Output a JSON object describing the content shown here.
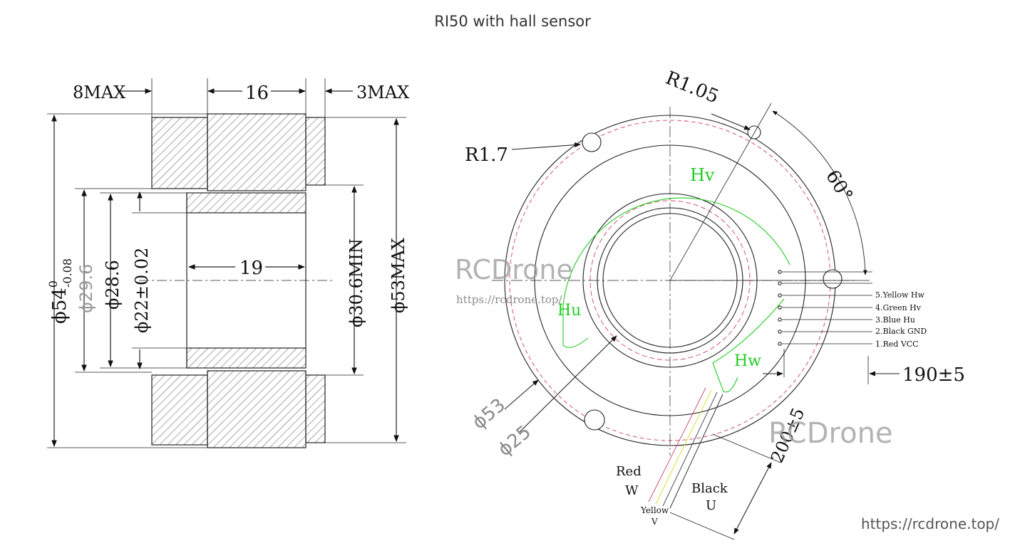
{
  "title": "RI50 with hall sensor",
  "side_view": {
    "dims_top": [
      "8MAX",
      "16",
      "3MAX"
    ],
    "bore_length": "19",
    "dia_outer_base": "ϕ54",
    "dia_outer_sup": "0",
    "dia_outer_sub": "-0.08",
    "dia_29": "ϕ29.6",
    "dia_28": "ϕ28.6",
    "dia_22": "ϕ22±0.02",
    "dia_30": "ϕ30.6MIN",
    "dia_53": "ϕ53MAX"
  },
  "front_view": {
    "r_small": "R1.05",
    "r_large": "R1.7",
    "angle": "60°",
    "hall_labels": [
      "Hv",
      "Hu",
      "Hw"
    ],
    "dia_outer": "ϕ53",
    "dia_inner": "ϕ25",
    "lead_length": "190±5",
    "cable_length": "200±5",
    "pins": [
      "5.Yellow Hw",
      "4.Green Hv",
      "3.Blue Hu",
      "2.Black GND",
      "1.Red VCC"
    ],
    "wire_labels": [
      {
        "color": "Red",
        "phase": "W"
      },
      {
        "color": "Yellow",
        "phase": "V"
      },
      {
        "color": "Black",
        "phase": "U"
      }
    ]
  },
  "watermarks": {
    "brand": "RCDrone",
    "url": "https://rcdrone.top/"
  },
  "colors": {
    "ink": "#111111",
    "hall_green": "#22cc22",
    "dashed_red": "#cc4466",
    "watermark": "#9a9a9a"
  }
}
